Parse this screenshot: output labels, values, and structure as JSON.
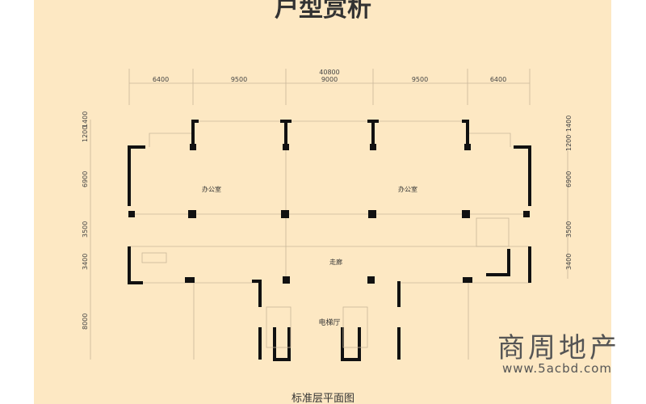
{
  "title": "户型赏析",
  "caption": "标准层平面图",
  "dimensions": {
    "total_width": "40800",
    "top": [
      "6400",
      "9500",
      "9000",
      "9500",
      "6400"
    ],
    "left": [
      "1200",
      "1400",
      "6900",
      "3500",
      "3400",
      "8000"
    ],
    "right": [
      "1400",
      "1200",
      "6900",
      "3500",
      "3400"
    ]
  },
  "rooms": {
    "office_left": "办公室",
    "office_right": "办公室",
    "corridor": "走廊",
    "elevator_hall": "电梯厅"
  },
  "watermark": {
    "brand": "商周地产",
    "url": "www.5acbd.com"
  }
}
